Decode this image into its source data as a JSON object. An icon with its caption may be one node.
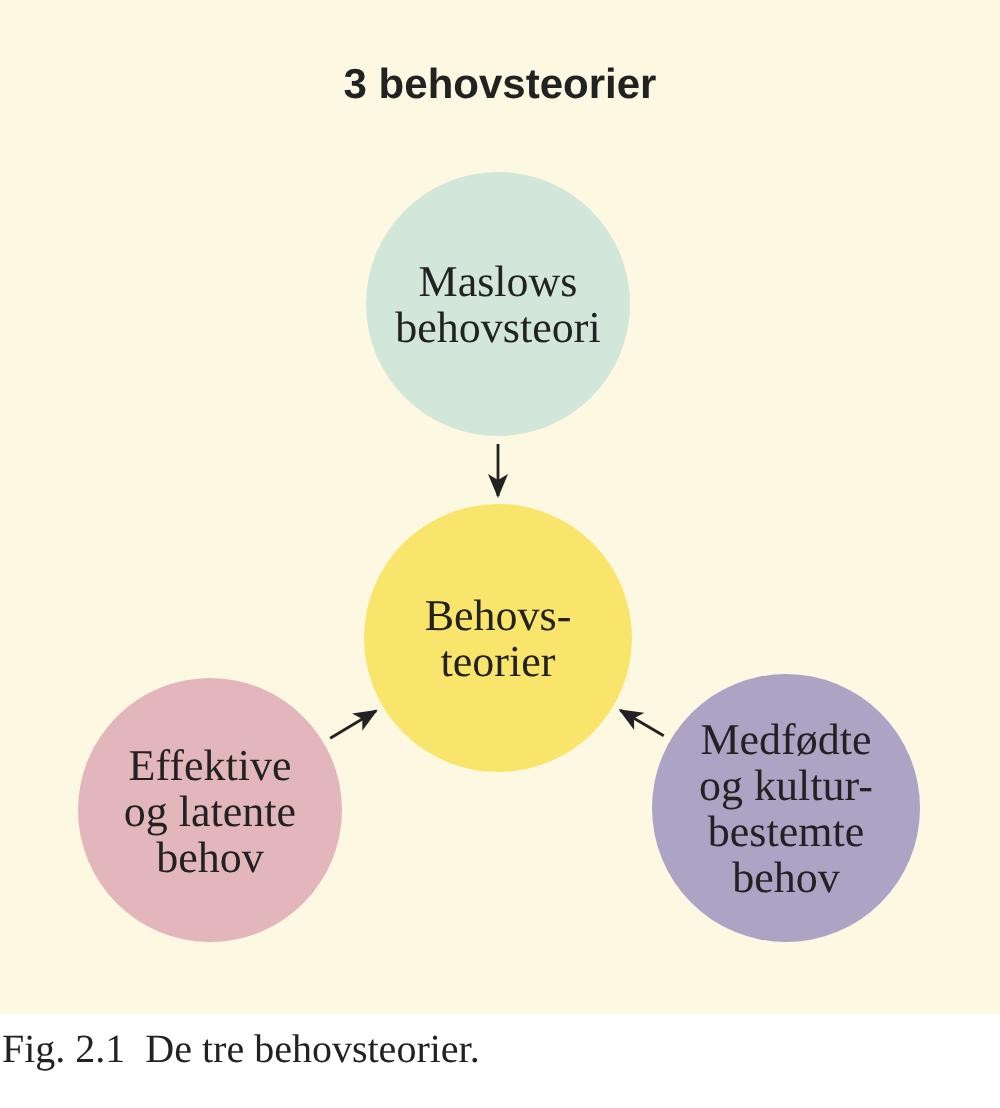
{
  "diagram": {
    "title": "3 behovsteorier",
    "caption": "Fig. 2.1  De tre behovsteorier.",
    "nodes": [
      {
        "text": [
          "Maslows behovsteori"
        ]
      },
      {
        "text": [
          "Behovs- teorier"
        ]
      },
      {
        "text": [
          "Effektive og latente behov"
        ]
      },
      {
        "text": [
          "Medfødte og kultur- bestemte behov"
        ]
      }
    ],
    "edges": [
      {
        "from": 0,
        "to": 1,
        "arrow": "to"
      },
      {
        "from": 2,
        "to": 1,
        "arrow": "to"
      },
      {
        "from": 3,
        "to": 1,
        "arrow": "to"
      }
    ]
  }
}
